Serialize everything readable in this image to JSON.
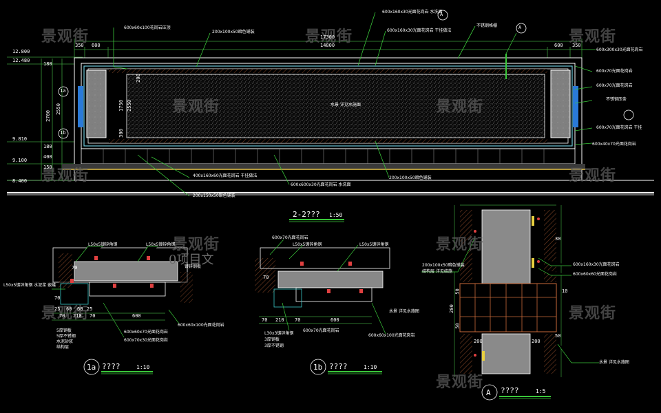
{
  "watermarks": [
    "景观街",
    "景观街",
    "景观街",
    "景观街",
    "景观街",
    "景观街",
    "景观街",
    "景观街",
    "景观街",
    "景观街",
    "景观街",
    "景观街"
  ],
  "background_text": "0项目文",
  "titles": {
    "section": "2-2???",
    "section_scale": "1:50",
    "detail_1a_tag": "1a",
    "detail_1a_title": "????",
    "detail_1a_scale": "1:10",
    "detail_1b_tag": "1b",
    "detail_1b_title": "????",
    "detail_1b_scale": "1:10",
    "detail_a_tag": "A",
    "detail_a_title": "????",
    "detail_a_scale": "1:5"
  },
  "elevations": [
    "12.800",
    "12.480",
    "9.810",
    "9.100",
    "8.400"
  ],
  "top_dims": [
    "350",
    "600",
    "14800",
    "600",
    "350"
  ],
  "total_dim": "17300",
  "left_dims": [
    "180",
    "2700",
    "2550",
    "180",
    "400",
    "150"
  ],
  "inner_dims": [
    "1750",
    "2550",
    "300",
    "200"
  ],
  "callouts": {
    "c1": "600x60x100花岗岩压顶",
    "c2": "200x100x50暗色铺装",
    "c3": "600x160x30光面花岗岩 水洗面",
    "c4": "600x160x30光面花岗岩 干挂做法",
    "c5": "不锈钢格栅",
    "c6": "600x300x30光面花岗岩",
    "c7": "600x70光面花岗岩",
    "c8": "600x70光面花岗岩",
    "c9": "不锈钢压条",
    "c10": "600x70光面花岗岩 干挂",
    "c11": "600x40x70光面花岗岩",
    "c12": "400x160x60光面花岗岩 干挂做法",
    "c13": "200x150x50暗色铺装",
    "c14": "600x600x30光面花岗岩 水洗面",
    "c15": "200x100x50暗色铺装",
    "pool": "水景 详见水施图"
  },
  "detail_1a_dims": [
    "25",
    "70",
    "60",
    "60",
    "25",
    "70",
    "210",
    "70",
    "600",
    "70"
  ],
  "detail_1a_notes": [
    "L50x5镀锌角钢",
    "L50x5镀锌角钢",
    "L50x5镀锌角钢 水泥浆 嵌缝",
    "镀锌钢板",
    "600x60x100光面花岗岩",
    "600x60x70光面花岗岩",
    "600x70x30光面花岗岩",
    "5厚钢板",
    "5厚不锈钢",
    "水泥砂浆",
    "结构层"
  ],
  "detail_1b_dims": [
    "70",
    "210",
    "70",
    "600",
    "70"
  ],
  "detail_1b_notes": [
    "600x70光面花岗岩",
    "L50x5镀锌角钢",
    "L50x5镀锌角钢",
    "L30x3镀锌角钢",
    "3厚钢板",
    "3厚不锈钢",
    "600x70光面花岗岩",
    "600x60x100光面花岗岩",
    "水景 详见水施图"
  ],
  "detail_a_dims": [
    "50",
    "50",
    "200",
    "200",
    "200",
    "30",
    "10",
    "50"
  ],
  "detail_a_notes": [
    "200x100x50暗色铺装",
    "结构层 详见结施",
    "600x160x30光面花岗岩",
    "600x60x60光面花岗岩",
    "水景 详见水施图"
  ]
}
